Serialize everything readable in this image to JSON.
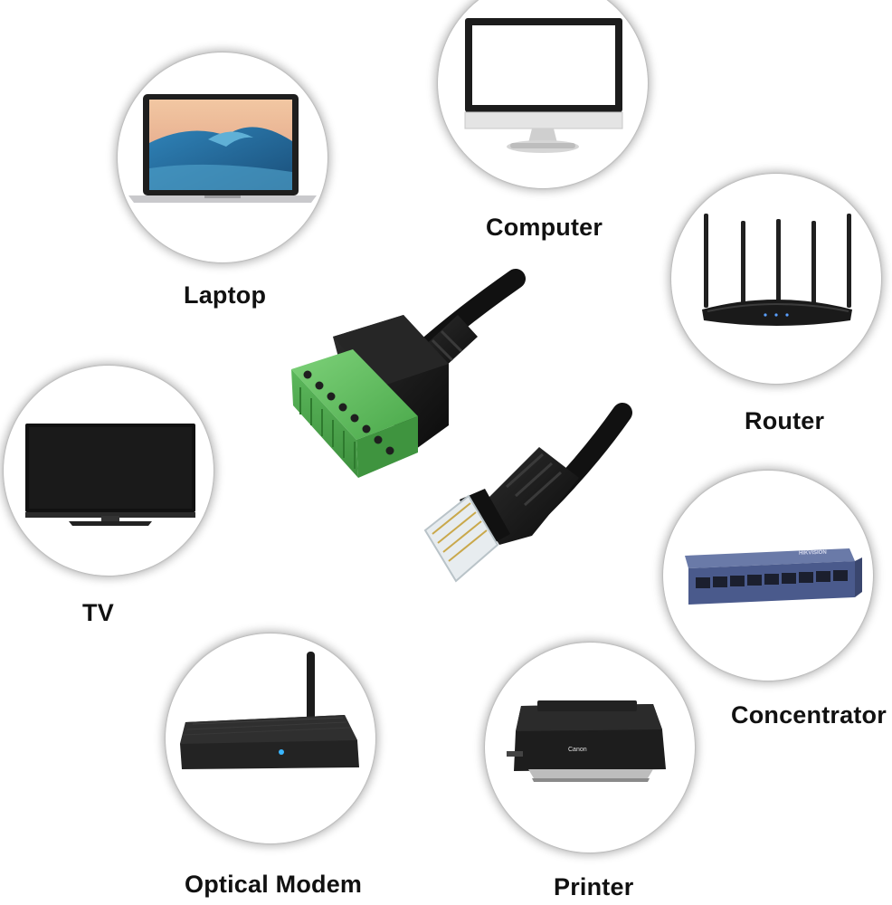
{
  "devices": [
    {
      "id": "laptop",
      "label": "Laptop",
      "icon": "laptop-icon"
    },
    {
      "id": "computer",
      "label": "Computer",
      "icon": "monitor-icon"
    },
    {
      "id": "router",
      "label": "Router",
      "icon": "wifi-router-icon"
    },
    {
      "id": "tv",
      "label": "TV",
      "icon": "tv-icon"
    },
    {
      "id": "concentrator",
      "label": "Concentrator",
      "icon": "network-switch-icon"
    },
    {
      "id": "optical_modem",
      "label": "Optical Modem",
      "icon": "modem-icon"
    },
    {
      "id": "printer",
      "label": "Printer",
      "icon": "printer-icon"
    }
  ],
  "product": {
    "icon": "rj45-to-terminal-block-adapter-icon",
    "connector_color": "#5cb85c",
    "cable_color": "#111111",
    "switch_brand": "HIKVISION",
    "printer_brand": "Canon"
  },
  "colors": {
    "bubble_shadow": "#999999",
    "switch_body": "#4a5a8c",
    "label_text": "#111111"
  }
}
